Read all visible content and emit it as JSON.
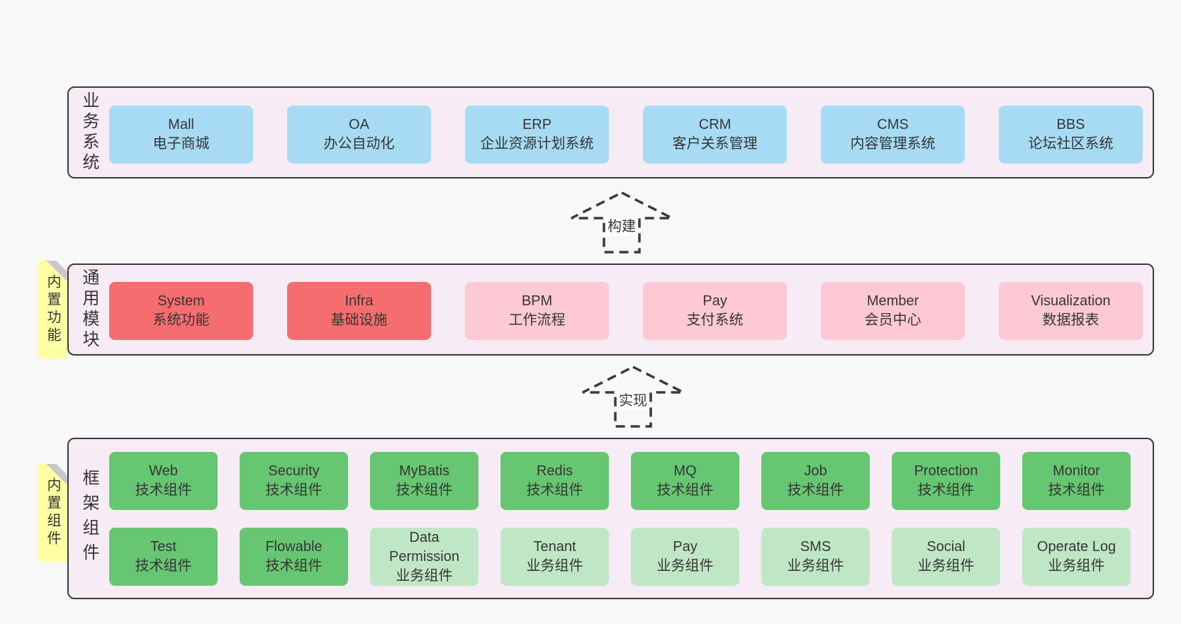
{
  "canvas": {
    "background": "#f8f8f8"
  },
  "colors": {
    "bg": "#f8f8f8",
    "panel": "#f7ecf5",
    "line": "#3b3b3b",
    "ink": "#353535",
    "blue": "#a7dbf4",
    "red": "#f66d6f",
    "pink": "#fcc9d4",
    "green": "#67c672",
    "green_light": "#c0e7c5",
    "yellow": "#ffffa4",
    "fold": "#c9c9c9",
    "arrow_fill": "#ffffff"
  },
  "arrows": [
    {
      "label": "构建"
    },
    {
      "label": "实现"
    }
  ],
  "layers": {
    "business": {
      "label": "业务系统",
      "boxes": [
        {
          "name": "Mall",
          "desc": "电子商城",
          "variant": "blue"
        },
        {
          "name": "OA",
          "desc": "办公自动化",
          "variant": "blue"
        },
        {
          "name": "ERP",
          "desc": "企业资源计划系统",
          "variant": "blue"
        },
        {
          "name": "CRM",
          "desc": "客户关系管理",
          "variant": "blue"
        },
        {
          "name": "CMS",
          "desc": "内容管理系统",
          "variant": "blue"
        },
        {
          "name": "BBS",
          "desc": "论坛社区系统",
          "variant": "blue"
        }
      ]
    },
    "modules": {
      "tag": "内置功能",
      "label": "通用模块",
      "boxes": [
        {
          "name": "System",
          "desc": "系统功能",
          "variant": "red"
        },
        {
          "name": "Infra",
          "desc": "基础设施",
          "variant": "red"
        },
        {
          "name": "BPM",
          "desc": "工作流程",
          "variant": "pink"
        },
        {
          "name": "Pay",
          "desc": "支付系统",
          "variant": "pink"
        },
        {
          "name": "Member",
          "desc": "会员中心",
          "variant": "pink"
        },
        {
          "name": "Visualization",
          "desc": "数据报表",
          "variant": "pink"
        }
      ]
    },
    "components": {
      "tag": "内置组件",
      "label": "框架组件",
      "rows": [
        [
          {
            "name": "Web",
            "desc": "技术组件",
            "variant": "green"
          },
          {
            "name": "Security",
            "desc": "技术组件",
            "variant": "green"
          },
          {
            "name": "MyBatis",
            "desc": "技术组件",
            "variant": "green"
          },
          {
            "name": "Redis",
            "desc": "技术组件",
            "variant": "green"
          },
          {
            "name": "MQ",
            "desc": "技术组件",
            "variant": "green"
          },
          {
            "name": "Job",
            "desc": "技术组件",
            "variant": "green"
          },
          {
            "name": "Protection",
            "desc": "技术组件",
            "variant": "green"
          },
          {
            "name": "Monitor",
            "desc": "技术组件",
            "variant": "green"
          }
        ],
        [
          {
            "name": "Test",
            "desc": "技术组件",
            "variant": "green"
          },
          {
            "name": "Flowable",
            "desc": "技术组件",
            "variant": "green"
          },
          {
            "name": "Data Permission",
            "desc": "业务组件",
            "variant": "green_light"
          },
          {
            "name": "Tenant",
            "desc": "业务组件",
            "variant": "green_light"
          },
          {
            "name": "Pay",
            "desc": "业务组件",
            "variant": "green_light"
          },
          {
            "name": "SMS",
            "desc": "业务组件",
            "variant": "green_light"
          },
          {
            "name": "Social",
            "desc": "业务组件",
            "variant": "green_light"
          },
          {
            "name": "Operate Log",
            "desc": "业务组件",
            "variant": "green_light"
          }
        ]
      ]
    }
  }
}
